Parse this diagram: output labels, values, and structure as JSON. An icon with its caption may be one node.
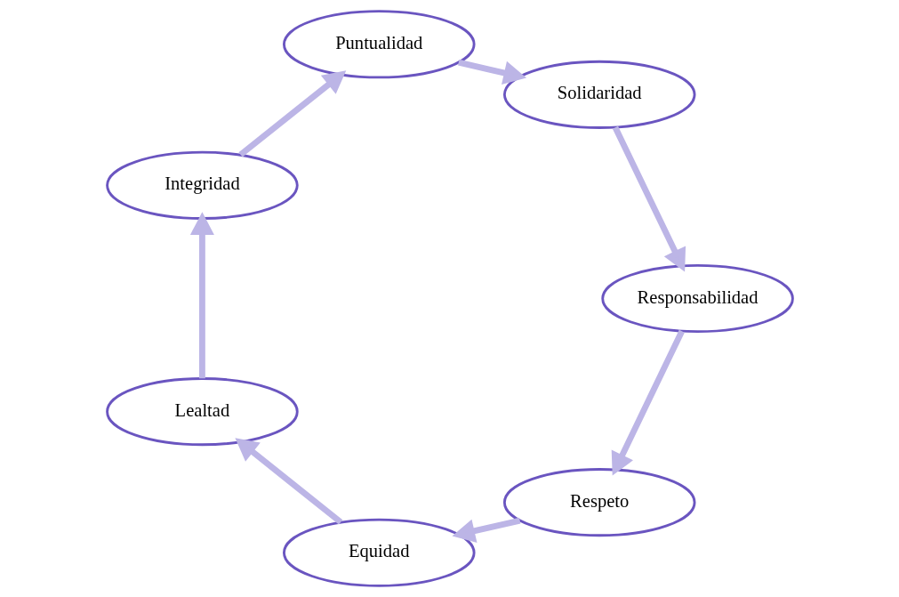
{
  "diagram": {
    "nodes": [
      {
        "text": [
          "Respeto"
        ]
      },
      {
        "text": [
          "Equidad"
        ]
      },
      {
        "text": [
          "Lealtad"
        ]
      },
      {
        "text": [
          "Integridad"
        ]
      },
      {
        "text": [
          "Puntualidad"
        ]
      },
      {
        "text": [
          "Solidaridad"
        ]
      },
      {
        "text": [
          "Responsabilidad"
        ]
      }
    ],
    "edges": [
      {
        "from": 0,
        "to": 1,
        "arrow": "to"
      },
      {
        "from": 1,
        "to": 2,
        "arrow": "to"
      },
      {
        "from": 2,
        "to": 3,
        "arrow": "to"
      },
      {
        "from": 3,
        "to": 4,
        "arrow": "to"
      },
      {
        "from": 4,
        "to": 5,
        "arrow": "to"
      },
      {
        "from": 5,
        "to": 6,
        "arrow": "to"
      },
      {
        "from": 6,
        "to": 0,
        "arrow": "to"
      }
    ]
  }
}
